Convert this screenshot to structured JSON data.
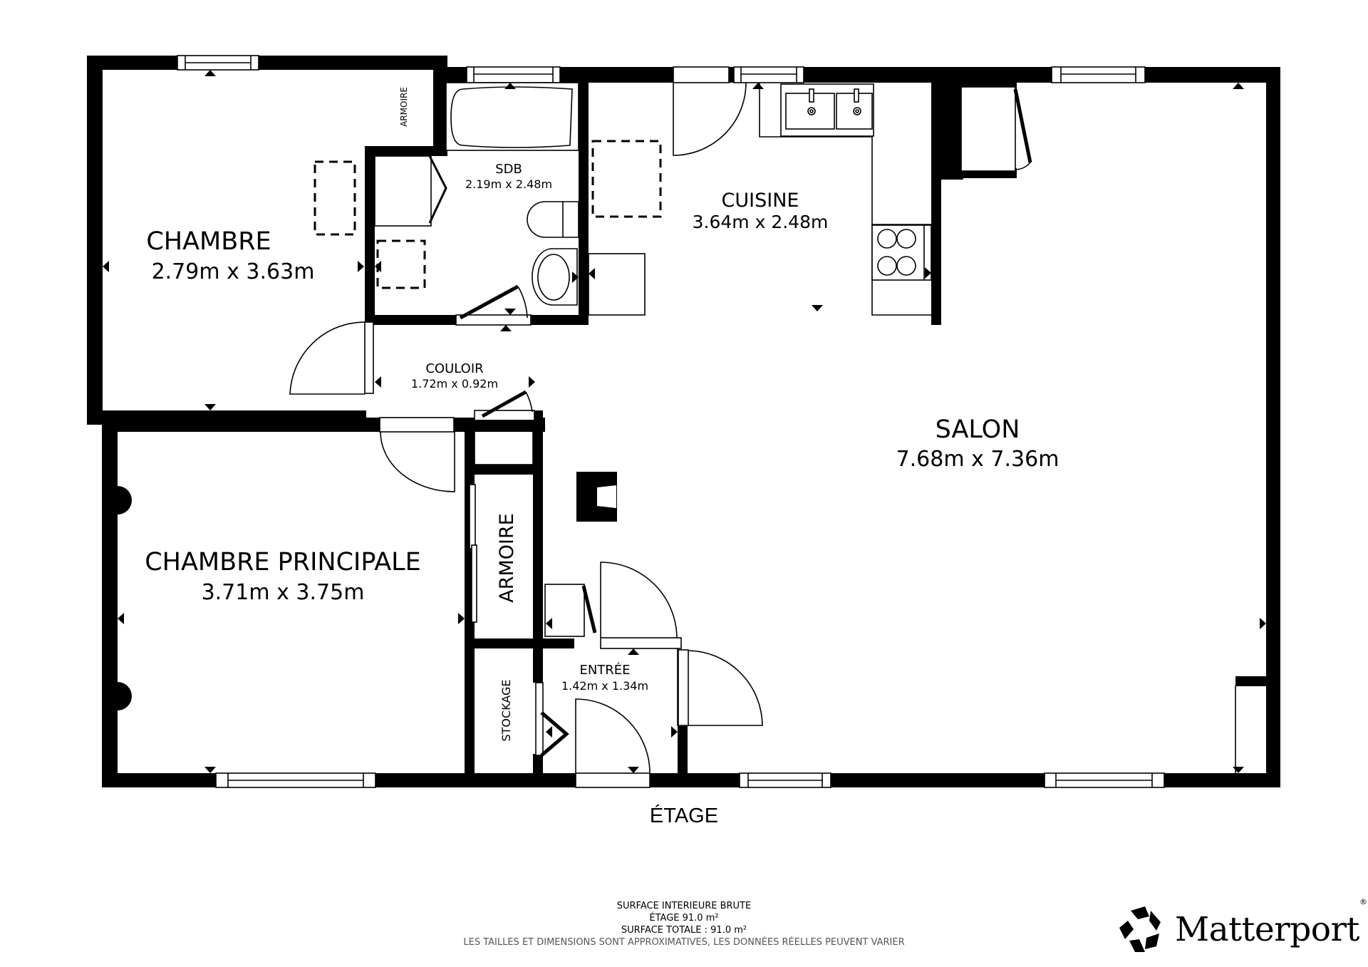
{
  "floor_label": "ÉTAGE",
  "rooms": {
    "chambre": {
      "name": "CHAMBRE",
      "dims": "2.79m x 3.63m"
    },
    "sdb": {
      "name": "SDB",
      "dims": "2.19m x 2.48m"
    },
    "cuisine": {
      "name": "CUISINE",
      "dims": "3.64m x 2.48m"
    },
    "salon": {
      "name": "SALON",
      "dims": "7.68m x 7.36m"
    },
    "couloir": {
      "name": "COULOIR",
      "dims": "1.72m x 0.92m"
    },
    "chambre_principale": {
      "name": "CHAMBRE PRINCIPALE",
      "dims": "3.71m x 3.75m"
    },
    "entree": {
      "name": "ENTRÉE",
      "dims": "1.42m x 1.34m"
    },
    "armoire_small": {
      "name": "ARMOIRE"
    },
    "armoire_large": {
      "name": "ARMOIRE"
    },
    "stockage": {
      "name": "STOCKAGE"
    }
  },
  "footer": {
    "title": "SURFACE INTERIEURE BRUTE",
    "floor_area": "ÉTAGE 91.0 m²",
    "total_area": "SURFACE TOTALE :  91.0 m²",
    "disclaimer": "LES TAILLES ET DIMENSIONS SONT APPROXIMATIVES, LES DONNÉES RÉELLES PEUVENT VARIER"
  },
  "brand": {
    "name": "Matterport",
    "registered": "®",
    "logo_icon": "matterport-pentagon-icon"
  }
}
